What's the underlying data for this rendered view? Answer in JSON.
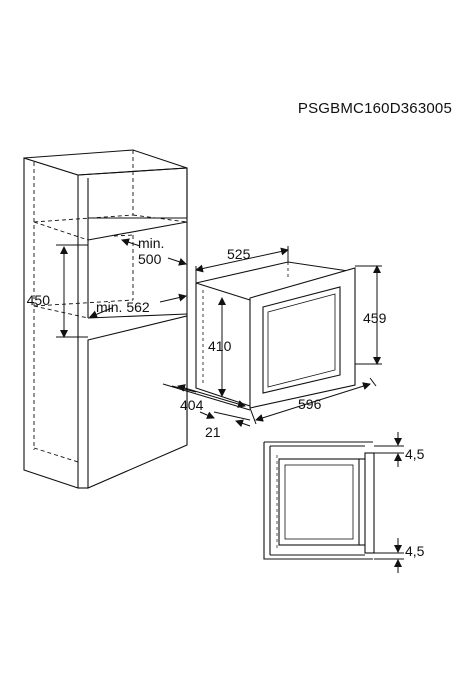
{
  "product_code": "PSGBMC160D363005",
  "cabinet": {
    "niche_depth_min": "min.\n500",
    "niche_height": "450",
    "niche_width_min": "min. 562"
  },
  "appliance": {
    "depth": "525",
    "body_height": "410",
    "front_height": "459",
    "body_depth": "404",
    "front_offset": "21",
    "front_width": "596"
  },
  "section_detail": {
    "top_gap": "4,5",
    "bottom_gap": "4,5"
  }
}
